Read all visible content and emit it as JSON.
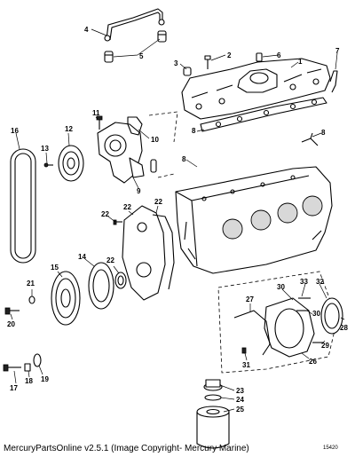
{
  "caption": "MercuryPartsOnline v2.5.1 (Image Copyright- Mercury Marine)",
  "figure_ref": "15420",
  "callouts": [
    "1",
    "2",
    "3",
    "4",
    "5",
    "5",
    "6",
    "7",
    "8",
    "8",
    "8",
    "9",
    "10",
    "11",
    "12",
    "13",
    "14",
    "15",
    "16",
    "17",
    "18",
    "19",
    "20",
    "21",
    "22",
    "22",
    "22",
    "22",
    "23",
    "24",
    "25",
    "26",
    "27",
    "28",
    "29",
    "30",
    "30",
    "31",
    "32",
    "33"
  ]
}
